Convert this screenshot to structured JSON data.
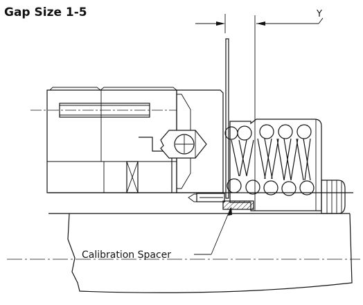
{
  "title": "Gap Size 1-5",
  "dimension_label": "Y",
  "callout_label": "Calibration Spacer",
  "colors": {
    "line": "#111111",
    "background": "#ffffff"
  }
}
